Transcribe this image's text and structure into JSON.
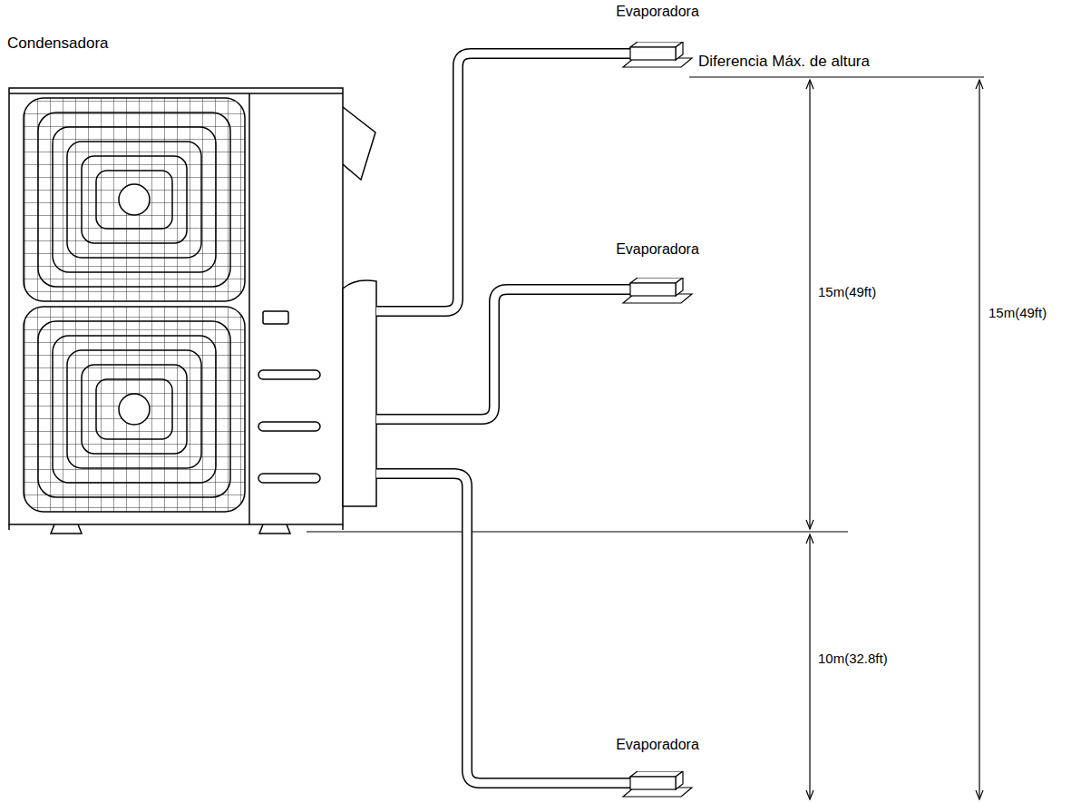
{
  "diagram": {
    "nodes": [
      {
        "text": [
          "Condensadora"
        ]
      },
      {
        "text": [
          "Evaporadora"
        ]
      },
      {
        "text": [
          "Evaporadora"
        ]
      },
      {
        "text": [
          "Evaporadora"
        ]
      }
    ],
    "edges": [
      {
        "from": 0,
        "to": 1,
        "arrow": "none"
      },
      {
        "from": 0,
        "to": 2,
        "arrow": "none"
      },
      {
        "from": 0,
        "to": 3,
        "arrow": "none"
      }
    ],
    "labels": [
      "Diferencia Máx. de altura",
      "15m(49ft)",
      "15m(49ft)",
      "10m(32.8ft)"
    ]
  }
}
